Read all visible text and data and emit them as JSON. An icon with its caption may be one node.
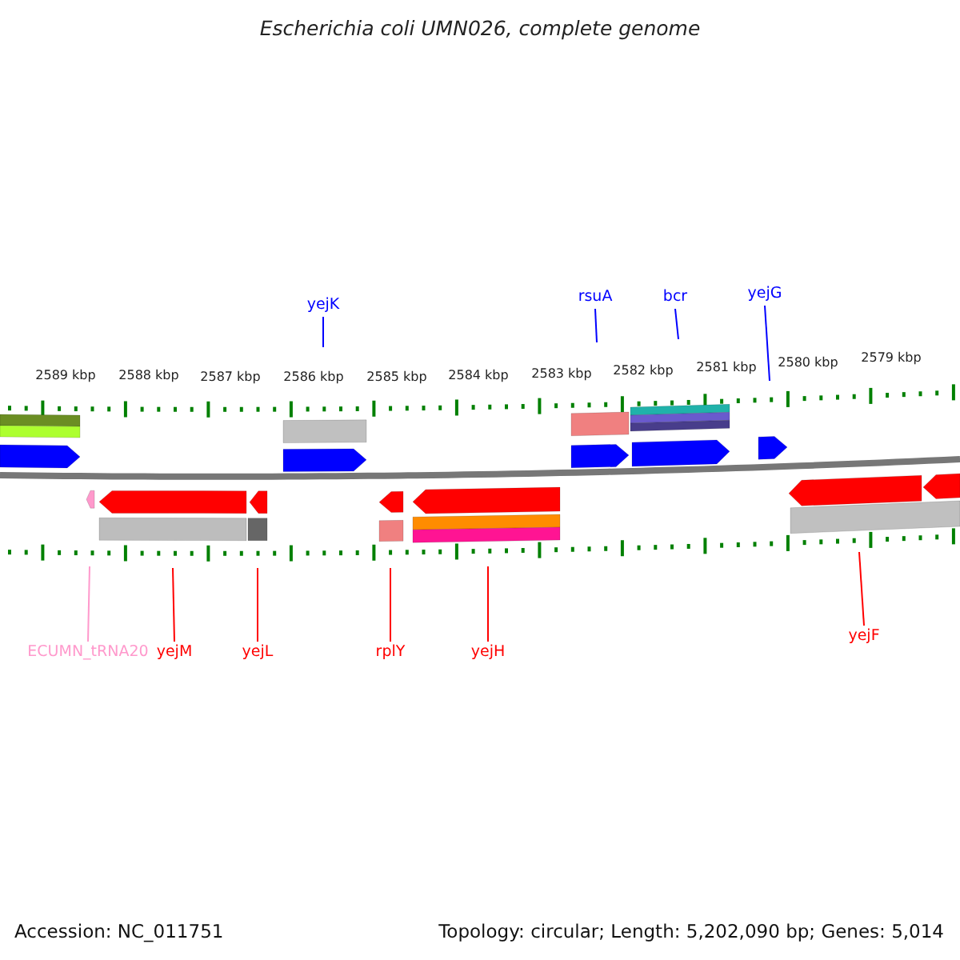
{
  "diagram": {
    "title": "Escherichia coli UMN026, complete genome",
    "nodes": [
      {
        "text": [
          "yejK"
        ]
      },
      {
        "text": [
          "rsuA"
        ]
      },
      {
        "text": [
          "bcr"
        ]
      },
      {
        "text": [
          "yejG"
        ]
      },
      {
        "text": [
          "ECUMN_tRNA20"
        ]
      },
      {
        "text": [
          "yejM"
        ]
      },
      {
        "text": [
          "yejL"
        ]
      },
      {
        "text": [
          "rplY"
        ]
      },
      {
        "text": [
          "yejH"
        ]
      },
      {
        "text": [
          "yejF"
        ]
      }
    ],
    "edges": [
      {
        "from": 0,
        "to": null,
        "arrow": "none",
        "color": "#0000ff"
      },
      {
        "from": 1,
        "to": null,
        "arrow": "none",
        "color": "#0000ff"
      },
      {
        "from": 2,
        "to": null,
        "arrow": "none",
        "color": "#0000ff"
      },
      {
        "from": 3,
        "to": null,
        "arrow": "none",
        "color": "#0000ff"
      },
      {
        "from": 4,
        "to": null,
        "arrow": "none",
        "color": "#ff99cc"
      },
      {
        "from": 5,
        "to": null,
        "arrow": "none"
      },
      {
        "from": 6,
        "to": null,
        "arrow": "none"
      },
      {
        "from": 7,
        "to": null,
        "arrow": "none"
      },
      {
        "from": 8,
        "to": null,
        "arrow": "none"
      },
      {
        "from": 9,
        "to": null,
        "arrow": "none"
      }
    ],
    "labels": [
      "2589 kbp",
      "2588 kbp",
      "2587 kbp",
      "2586 kbp",
      "2585 kbp",
      "2584 kbp",
      "2583 kbp",
      "2582 kbp",
      "2581 kbp",
      "2580 kbp",
      "2579 kbp",
      "Accession: NC_011751",
      "Topology: circular; Length: 5,202,090 bp; Genes: 5,014"
    ]
  }
}
